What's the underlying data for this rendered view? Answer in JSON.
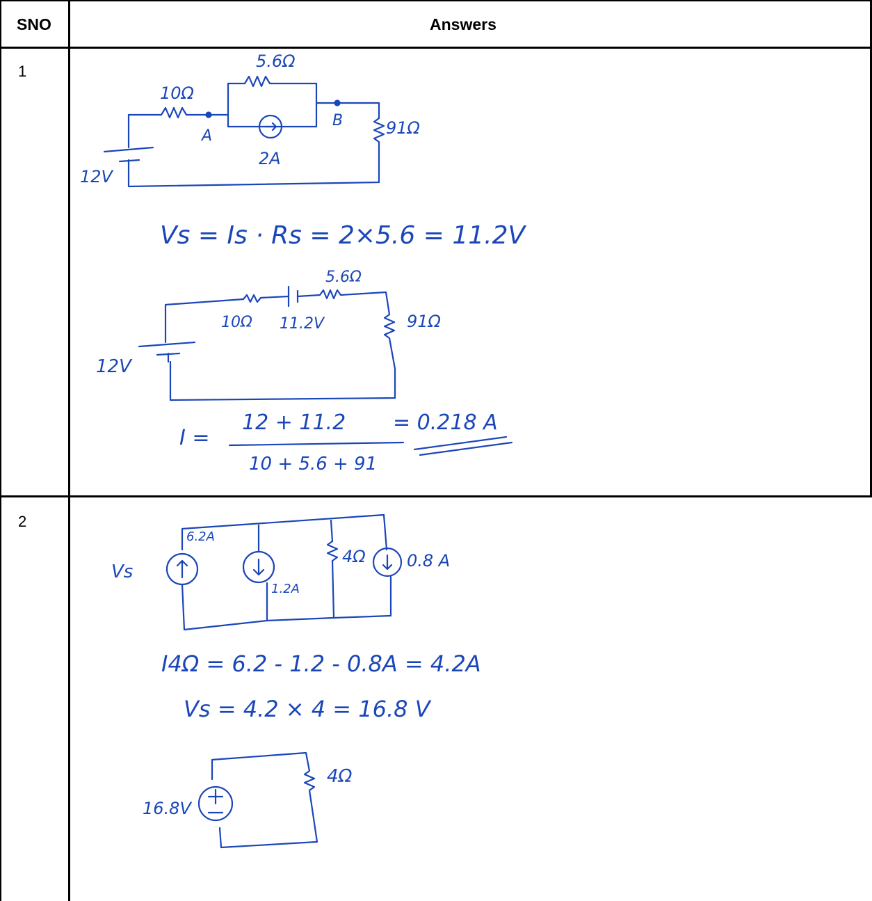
{
  "table": {
    "headers": {
      "sno": "SNO",
      "answers": "Answers"
    },
    "rows": [
      {
        "sno": "1",
        "circuit1": {
          "r1": "10Ω",
          "r2": "5.6Ω",
          "r3": "91Ω",
          "source": "12V",
          "current_source": "2A",
          "node_a": "A",
          "node_b": "B"
        },
        "equation1": "Vs = Is · Rs = 2×5.6 = 11.2V",
        "circuit2": {
          "r1": "10Ω",
          "vsrc": "11.2V",
          "r2": "5.6Ω",
          "r3": "91Ω",
          "source": "12V"
        },
        "current_eq": {
          "lhs": "I =",
          "numerator": "12 + 11.2",
          "denominator": "10 + 5.6 + 91",
          "result": "= 0.218 A"
        }
      },
      {
        "sno": "2",
        "circuit1": {
          "vs": "Vs",
          "i1": "6.2A",
          "i2": "1.2A",
          "r": "4Ω",
          "i3": "0.8 A"
        },
        "equation1": "I4Ω = 6.2 - 1.2 - 0.8A = 4.2A",
        "equation2": "Vs = 4.2 × 4 = 16.8 V",
        "circuit2": {
          "source": "16.8V",
          "r": "4Ω"
        }
      }
    ]
  },
  "colors": {
    "ink": "#1a46b8",
    "border": "#000000"
  }
}
